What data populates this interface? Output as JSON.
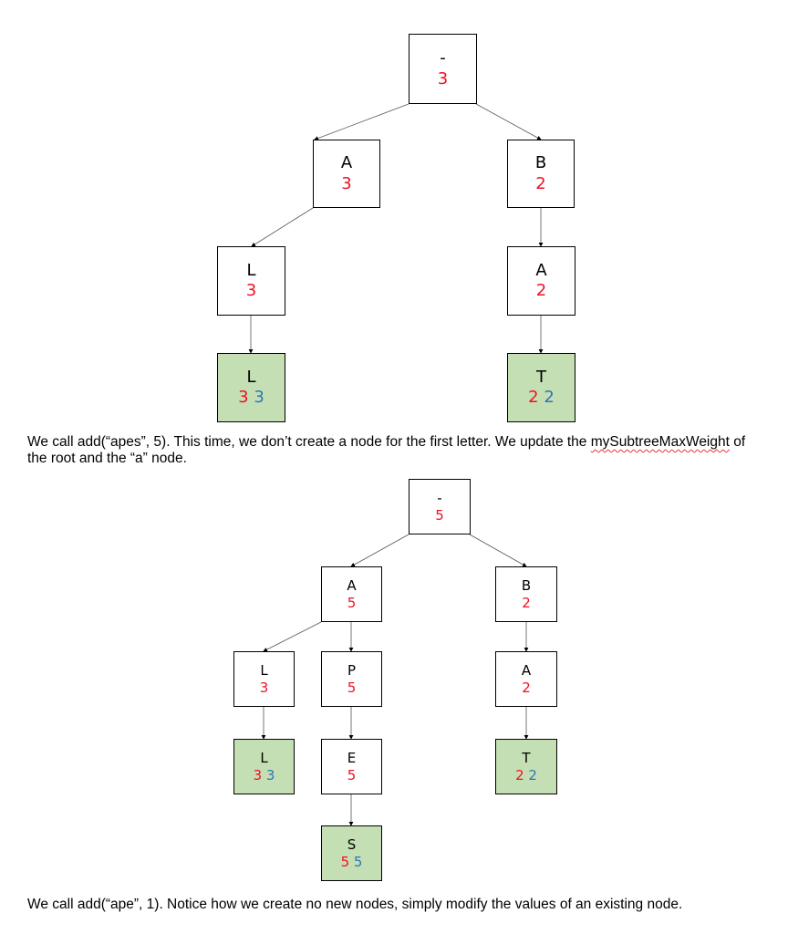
{
  "colors": {
    "weight": "#ee1122",
    "word_weight": "#2e75b6",
    "leaf_fill": "#c5dfb4",
    "edge": "#000000"
  },
  "diagram1": {
    "nodes": {
      "root": {
        "letter": "-",
        "max": "3"
      },
      "a": {
        "letter": "A",
        "max": "3"
      },
      "b": {
        "letter": "B",
        "max": "2"
      },
      "al": {
        "letter": "L",
        "max": "3"
      },
      "ba": {
        "letter": "A",
        "max": "2"
      },
      "all": {
        "letter": "L",
        "max": "3",
        "word": "3"
      },
      "bat": {
        "letter": "T",
        "max": "2",
        "word": "2"
      }
    }
  },
  "caption1": {
    "before": "We call add(“apes”, 5). This time, we don’t create a node for the first letter. We update the ",
    "term": "mySubtreeMaxWeight",
    "after": " of the root and the “a” node."
  },
  "diagram2": {
    "nodes": {
      "root": {
        "letter": "-",
        "max": "5"
      },
      "a": {
        "letter": "A",
        "max": "5"
      },
      "b": {
        "letter": "B",
        "max": "2"
      },
      "al": {
        "letter": "L",
        "max": "3"
      },
      "ap": {
        "letter": "P",
        "max": "5"
      },
      "ba": {
        "letter": "A",
        "max": "2"
      },
      "all": {
        "letter": "L",
        "max": "3",
        "word": "3"
      },
      "ape": {
        "letter": "E",
        "max": "5"
      },
      "bat": {
        "letter": "T",
        "max": "2",
        "word": "2"
      },
      "apes": {
        "letter": "S",
        "max": "5",
        "word": "5"
      }
    }
  },
  "caption2": {
    "text": "We call add(“ape”, 1). Notice how we create no new nodes, simply modify the values of an existing node."
  }
}
